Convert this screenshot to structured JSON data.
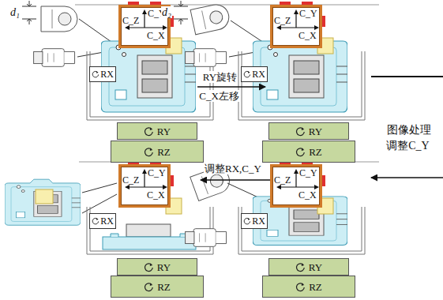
{
  "diagram": {
    "nodes": [
      {
        "text": [
          "C_Y",
          "C_Z",
          "C_X"
        ]
      },
      {
        "text": [
          "RX"
        ]
      },
      {
        "text": [
          "RY"
        ]
      },
      {
        "text": [
          "RZ"
        ]
      },
      {
        "text": [
          "C_Y",
          "C_Z",
          "C_X"
        ]
      },
      {
        "text": [
          "RX"
        ]
      },
      {
        "text": [
          "RY"
        ]
      },
      {
        "text": [
          "RZ"
        ]
      },
      {
        "text": [
          "C_Y",
          "C_Z",
          "C_X"
        ]
      },
      {
        "text": [
          "RX"
        ]
      },
      {
        "text": [
          "RY"
        ]
      },
      {
        "text": [
          "RZ"
        ]
      },
      {
        "text": [
          "C_Y",
          "C_Z",
          "C_X"
        ]
      },
      {
        "text": [
          "RX"
        ]
      },
      {
        "text": [
          "RY"
        ]
      },
      {
        "text": [
          "RZ"
        ]
      }
    ],
    "labels": [
      "d₁",
      "RY旋转 C_X左移",
      "d₂",
      "图像处理 调整C_Y",
      "调整RX,C_Y"
    ]
  }
}
